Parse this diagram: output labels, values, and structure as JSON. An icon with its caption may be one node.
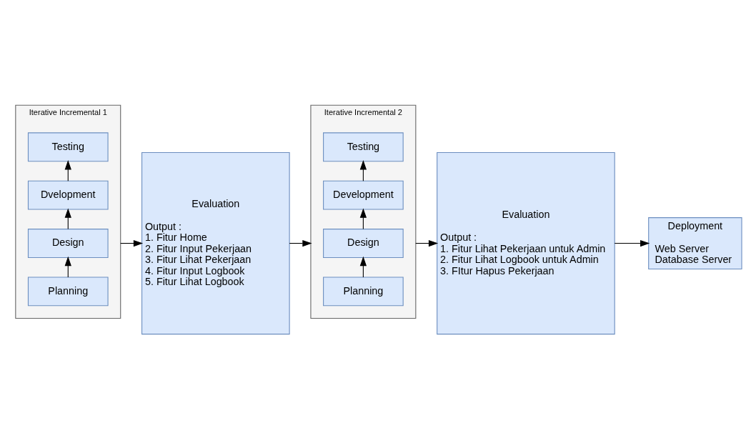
{
  "diagram": {
    "nodes": [
      {
        "text": [
          "Iterative Incremental 1"
        ]
      },
      {
        "text": [
          "Planning"
        ],
        "in": 0
      },
      {
        "text": [
          "Design"
        ],
        "in": 0
      },
      {
        "text": [
          "Dvelopment"
        ],
        "in": 0
      },
      {
        "text": [
          "Testing"
        ],
        "in": 0
      },
      {
        "text": [
          "Evaluation",
          "Output :",
          "1. Fitur Home",
          "2. Fitur Input Pekerjaan",
          "3. Fitur Lihat Pekerjaan",
          "4. Fitur Input Logbook",
          "5. Fitur Lihat Logbook"
        ]
      },
      {
        "text": [
          "Iterative Incremental 2"
        ]
      },
      {
        "text": [
          "Planning"
        ],
        "in": 6
      },
      {
        "text": [
          "Design"
        ],
        "in": 6
      },
      {
        "text": [
          "Development"
        ],
        "in": 6
      },
      {
        "text": [
          "Testing"
        ],
        "in": 6
      },
      {
        "text": [
          "Evaluation",
          "Output :",
          "1. Fitur Lihat Pekerjaan untuk Admin",
          "2. Fitur Lihat Logbook untuk Admin",
          "3. FItur Hapus Pekerjaan"
        ]
      },
      {
        "text": [
          "Deployment",
          "Web Server",
          "Database Server"
        ]
      }
    ],
    "edges": [
      {
        "from": 1,
        "to": 2,
        "arrow": "to"
      },
      {
        "from": 2,
        "to": 3,
        "arrow": "to"
      },
      {
        "from": 3,
        "to": 4,
        "arrow": "to"
      },
      {
        "from": 0,
        "to": 5,
        "arrow": "to"
      },
      {
        "from": 5,
        "to": 6,
        "arrow": "to"
      },
      {
        "from": 7,
        "to": 8,
        "arrow": "to"
      },
      {
        "from": 8,
        "to": 9,
        "arrow": "to"
      },
      {
        "from": 9,
        "to": 10,
        "arrow": "to"
      },
      {
        "from": 6,
        "to": 11,
        "arrow": "to"
      },
      {
        "from": 11,
        "to": 12,
        "arrow": "to"
      }
    ]
  }
}
